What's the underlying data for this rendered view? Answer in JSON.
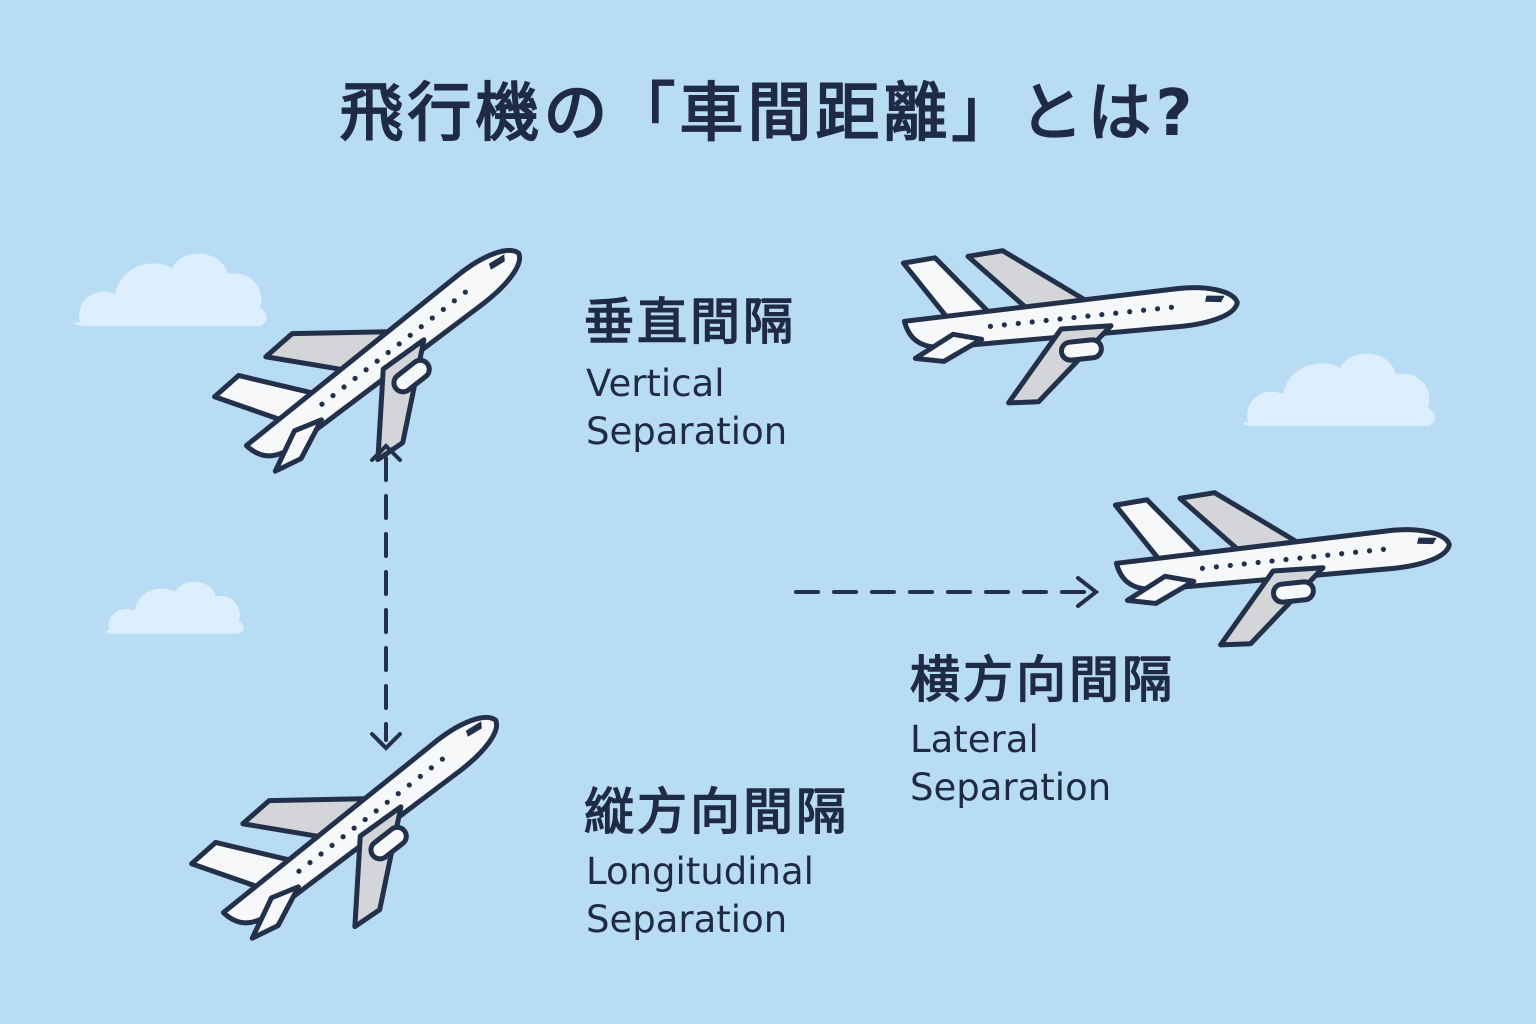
{
  "title": "飛行機の「車間距離」とは?",
  "vertical": {
    "jp": "垂直間隔",
    "en_line1": "Vertical",
    "en_line2": "Separation"
  },
  "longitudinal": {
    "jp": "縦方向間隔",
    "en_line1": "Longitudinal",
    "en_line2": "Separation"
  },
  "lateral": {
    "jp": "横方向間隔",
    "en_line1": "Lateral",
    "en_line2": "Separation"
  },
  "colors": {
    "sky": "#b9dcf5",
    "ink": "#22304a",
    "plane_body": "#f7f8f9",
    "plane_wing": "#d3d5d8",
    "cloud": "#ddeefc"
  }
}
